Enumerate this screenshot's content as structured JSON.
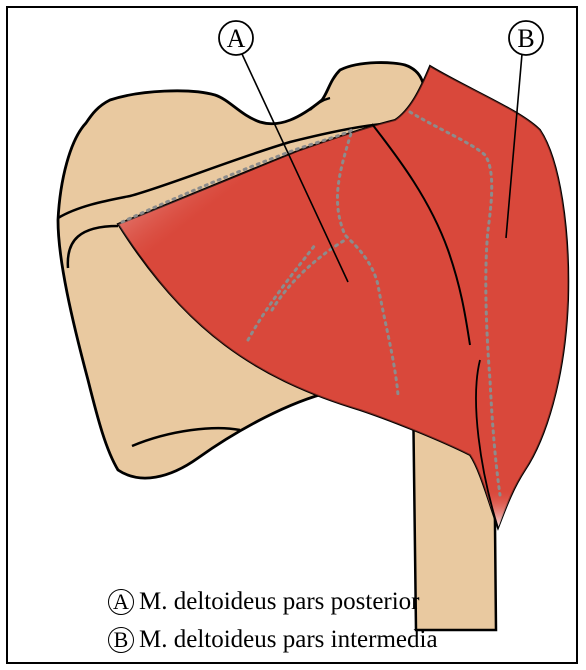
{
  "colors": {
    "bone": "#E9C9A0",
    "muscle": "#D9483B",
    "outline": "#000000",
    "background": "#FFFFFF",
    "divider_dots": "#8C8C8C"
  },
  "markers": {
    "a": "A",
    "b": "B"
  },
  "legend": [
    {
      "marker": "A",
      "text": "M. deltoideus pars posterior"
    },
    {
      "marker": "B",
      "text": "M. deltoideus pars intermedia"
    }
  ]
}
